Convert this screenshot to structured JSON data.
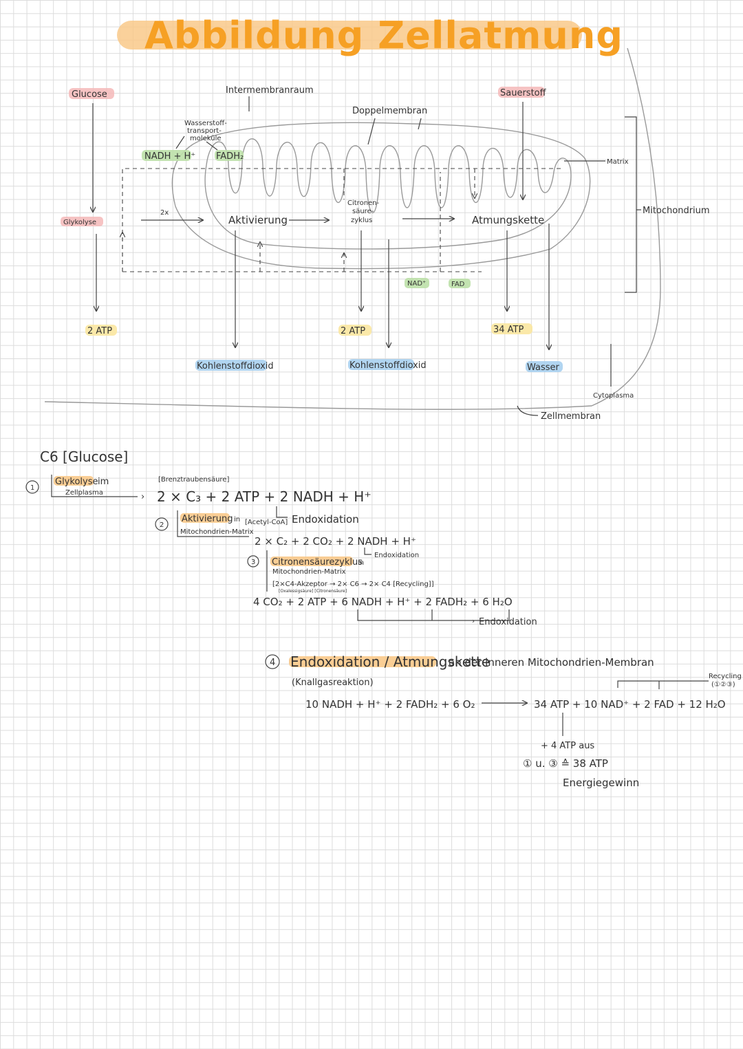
{
  "title": "Abbildung Zellatmung",
  "diagram": {
    "glucose": "Glucose",
    "glykolyse": "Glykolyse",
    "atp_glykolyse": "2 ATP",
    "intermembranraum": "Intermembranraum",
    "doppelmembran": "Doppelmembran",
    "sauerstoff": "Sauerstoff",
    "wasserstoff_transport": [
      "Wasserstoff-",
      "transport-",
      "moleküle"
    ],
    "nadh": "NADH + H⁺",
    "fadh2": "FADH₂",
    "twice": "2x",
    "aktivierung": "Aktivierung",
    "citronensaeure": [
      "Citronen-",
      "säure-",
      "zyklus"
    ],
    "atmungskette": "Atmungskette",
    "matrix": "Matrix",
    "mitochondrium": "Mitochondrium",
    "nad": "NAD⁺",
    "fad": "FAD",
    "atp_citrat": "2 ATP",
    "atp_atmung": "34 ATP",
    "co2_1": "Kohlenstoffdioxid",
    "co2_2": "Kohlenstoffdioxid",
    "wasser": "Wasser",
    "cytoplasma": "Cytoplasma",
    "zellmembran": "Zellmembran"
  },
  "notes": {
    "c6": "C6 [Glucose]",
    "step1_num": "1",
    "step1_a": "Glykolyse",
    "step1_b": "im",
    "step1_c": "Zellplasma",
    "brenz": "[Brenztraubensäure]",
    "eq1": "2 × C₃ + 2 ATP + 2 NADH + H⁺",
    "endox1": "Endoxidation",
    "step2_num": "2",
    "step2_a": "Aktivierung",
    "step2_b": "in",
    "step2_c": "[Acetyl-CoA]",
    "step2_d": "Mitochondrien-Matrix",
    "eq2": "2 × C₂ + 2 CO₂ + 2 NADH + H⁺",
    "endox2": "Endoxidation",
    "step3_num": "3",
    "step3_a": "Citronensäurezyklus",
    "step3_b": "in",
    "step3_c": "Mitochondrien-Matrix",
    "step3_d": "[2×C4-Akzeptor → 2× C6 → 2× C4 [Recycling]]",
    "step3_e": "[Oxalessigsäure]     [Citronensäure]",
    "eq3": "4 CO₂ + 2 ATP + 6 NADH + H⁺ + 2 FADH₂ + 6 H₂O",
    "endox3": "Endoxidation",
    "step4_num": "4",
    "step4_a": "Endoxidation / Atmungskette",
    "step4_b": "an der inneren Mitochondrien-Membran",
    "step4_c": "(Knallgasreaktion)",
    "eq4_left": "10 NADH + H⁺ + 2 FADH₂ + 6 O₂",
    "eq4_right": "34 ATP + 10 NAD⁺ + 2 FAD + 12 H₂O",
    "recycling": "Recycling",
    "recycling_sub": "(①②③)",
    "plus4": "+ 4 ATP aus",
    "sum": "① u. ③ ≙ 38 ATP",
    "energie": "Energiegewinn"
  },
  "colors": {
    "title": "#f6a024",
    "red": "#f4b8b8",
    "green": "#bde0a8",
    "yellow": "#fbe7a0",
    "blue": "#a8d0f0",
    "orange": "#f9c98a"
  }
}
